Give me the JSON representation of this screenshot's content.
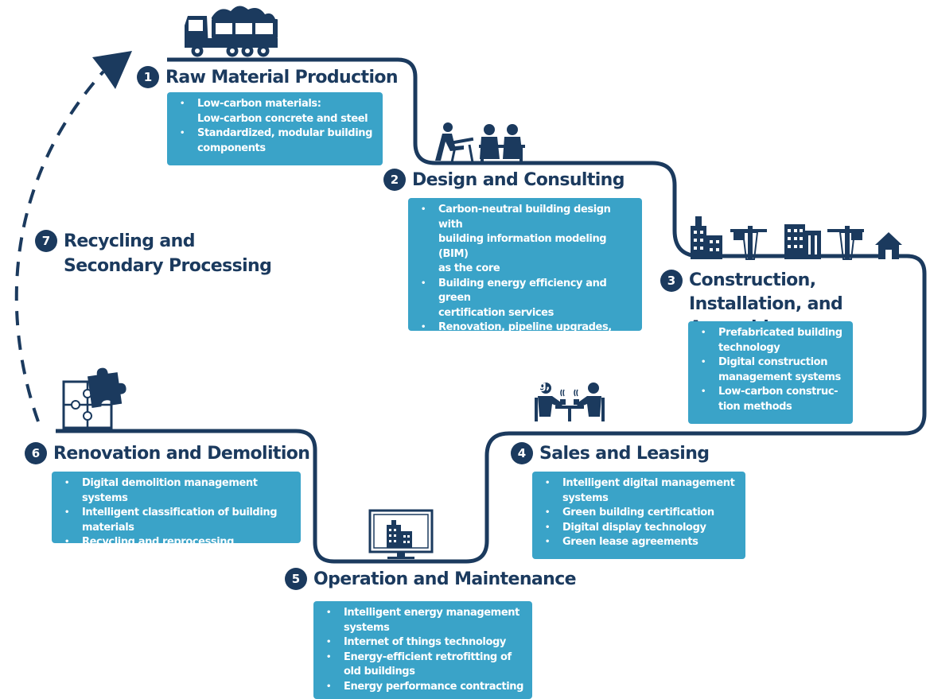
{
  "stages": [
    {
      "number": "1",
      "title": "Raw Material Production",
      "icon": "truck-icon",
      "items": [
        "Low-carbon materials:\nLow-carbon concrete and steel",
        "Standardized, modular building\ncomponents"
      ]
    },
    {
      "number": "2",
      "title": "Design and Consulting",
      "icon": "design-team-icon",
      "items": [
        "Carbon-neutral building design with\nbuilding information modeling (BIM)\nas the core",
        "Building energy efficiency and green\ncertification services",
        "Renovation, pipeline upgrades, and\nassociated community infrastructure\nupgrades, planning, and consulting"
      ]
    },
    {
      "number": "3",
      "title": "Construction, Installation, and Assembly",
      "icon": "city-construction-icon",
      "items": [
        "Prefabricated building\ntechnology",
        "Digital construction\nmanagement systems",
        "Low-carbon construc-\ntion methods"
      ]
    },
    {
      "number": "4",
      "title": "Sales and Leasing",
      "icon": "meeting-icon",
      "items": [
        "Intelligent digital management\nsystems",
        "Green building certification",
        "Digital display technology",
        "Green lease agreements"
      ]
    },
    {
      "number": "5",
      "title": "Operation and Maintenance",
      "icon": "monitor-building-icon",
      "items": [
        "Intelligent energy management\nsystems",
        "Internet of things technology",
        "Energy-efficient retrofitting of\nold buildings",
        "Energy performance contracting"
      ]
    },
    {
      "number": "6",
      "title": "Renovation and Demolition",
      "icon": "puzzle-icon",
      "items": [
        "Digital demolition management systems",
        "Intelligent classification of building\nmaterials",
        "Recycling and reprocessing technologies"
      ]
    },
    {
      "number": "7",
      "title": "Recycling and Secondary Processing",
      "icon": "dashed-return-arrow-icon",
      "items": []
    }
  ],
  "colors": {
    "navy": "#1b3a5e",
    "box": "#3aa3c8",
    "text_on_box": "#ffffff"
  }
}
